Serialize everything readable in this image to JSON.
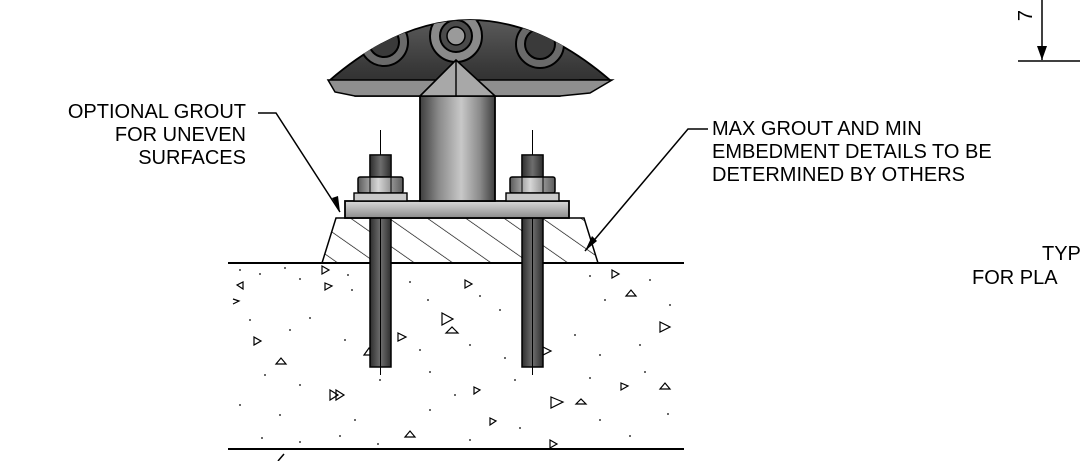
{
  "callouts": {
    "grout": [
      "OPTIONAL GROUT",
      "FOR UNEVEN",
      "SURFACES"
    ],
    "embedment": [
      "MAX GROUT AND MIN",
      "EMBEDMENT DETAILS TO BE",
      "DETERMINED BY OTHERS"
    ],
    "partial": [
      "TYP",
      "FOR PLA"
    ],
    "dimension": "7"
  },
  "colors": {
    "line": "#000000",
    "steel_dark": "#4a4a4a",
    "steel_mid": "#7d7d7d",
    "steel_light": "#b8b8b8",
    "steel_highlight": "#e6e6e6",
    "concrete": "#ffffff"
  }
}
